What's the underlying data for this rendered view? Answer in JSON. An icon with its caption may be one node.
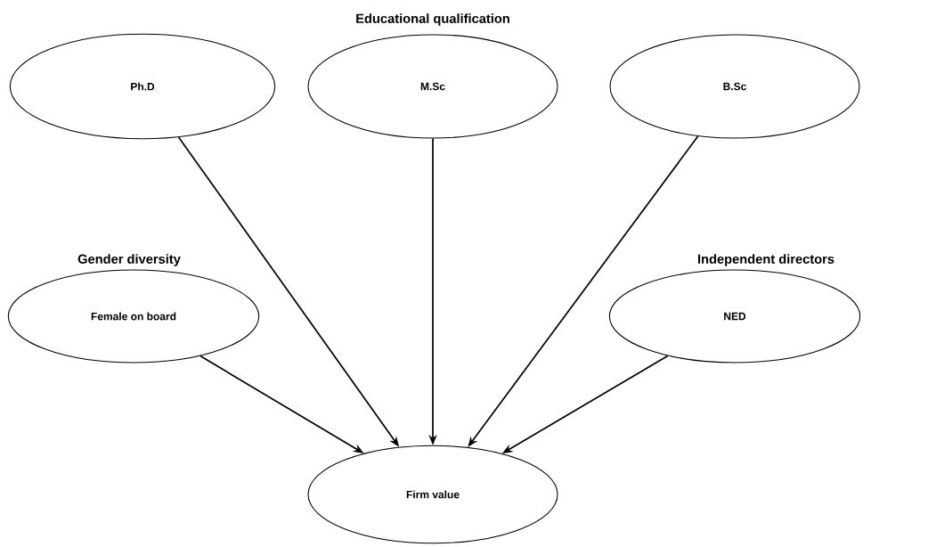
{
  "diagram": {
    "nodes": [
      {
        "text": [
          "Ph.D"
        ]
      },
      {
        "text": [
          "M.Sc"
        ]
      },
      {
        "text": [
          "B.Sc"
        ]
      },
      {
        "text": [
          "Female on board"
        ],
        "beside": [
          "Gender diversity"
        ]
      },
      {
        "text": [
          "NED"
        ],
        "beside": [
          "Independent directors"
        ]
      },
      {
        "text": [
          "Firm value"
        ]
      }
    ],
    "edges": [
      {
        "from": 0,
        "to": 5,
        "arrow": "to"
      },
      {
        "from": 1,
        "to": 5,
        "arrow": "to"
      },
      {
        "from": 2,
        "to": 5,
        "arrow": "to"
      },
      {
        "from": 3,
        "to": 5,
        "arrow": "to"
      },
      {
        "from": 4,
        "to": 5,
        "arrow": "to"
      }
    ],
    "labels": [
      "Educational qualification"
    ]
  }
}
